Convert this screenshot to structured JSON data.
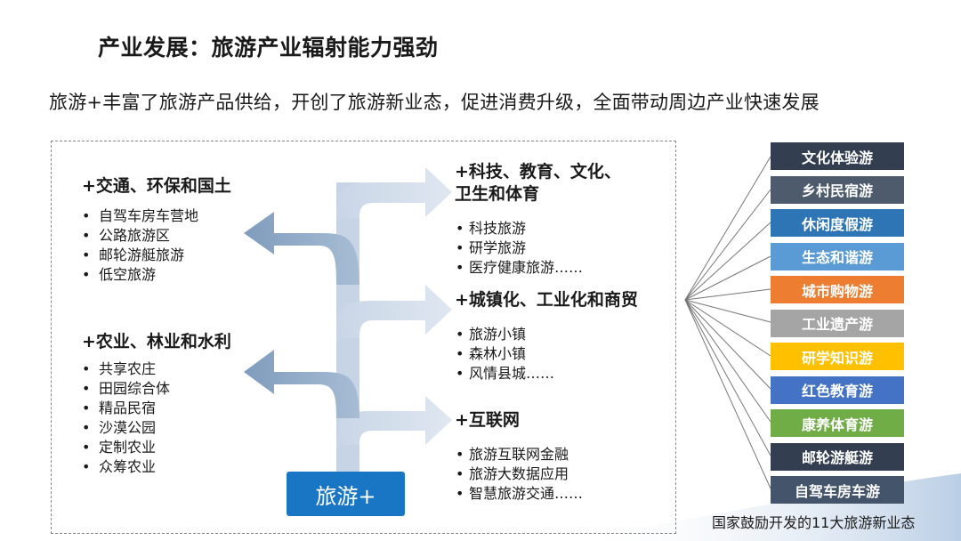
{
  "title": "产业发展：旅游产业辐射能力强劲",
  "subtitle": "旅游+丰富了旅游产品供给，开创了旅游新业态，促进消费升级，全面带动周边产业快速发展",
  "center_label": "旅游+",
  "left_groups": [
    {
      "title": "+交通、环保和国土",
      "items": [
        "自驾车房车营地",
        "公路旅游区",
        "邮轮游艇旅游",
        "低空旅游"
      ]
    },
    {
      "title": "+农业、林业和水利",
      "items": [
        "共享农庄",
        "田园综合体",
        "精品民宿",
        "沙漠公园",
        "定制农业",
        "众筹农业"
      ]
    }
  ],
  "right_groups": [
    {
      "title_line1": "+科技、教育、文化、",
      "title_line2": "卫生和体育",
      "items": [
        "科技旅游",
        "研学旅游",
        "医疗健康旅游……"
      ]
    },
    {
      "title": "+城镇化、工业化和商贸",
      "items": [
        "旅游小镇",
        "森林小镇",
        "风情县城……"
      ]
    },
    {
      "title": "+互联网",
      "items": [
        "旅游互联网金融",
        "旅游大数据应用",
        "智慧旅游交通……"
      ]
    }
  ],
  "tags": [
    {
      "label": "文化体验游",
      "color": "#333f50"
    },
    {
      "label": "乡村民宿游",
      "color": "#4e5b6d"
    },
    {
      "label": "休闲度假游",
      "color": "#2e75b6"
    },
    {
      "label": "生态和谐游",
      "color": "#5b9bd5"
    },
    {
      "label": "城市购物游",
      "color": "#ed7d31"
    },
    {
      "label": "工业遗产游",
      "color": "#a5a5a5"
    },
    {
      "label": "研学知识游",
      "color": "#ffc000"
    },
    {
      "label": "红色教育游",
      "color": "#4472c4"
    },
    {
      "label": "康养体育游",
      "color": "#70ad47"
    },
    {
      "label": "邮轮游艇游",
      "color": "#333f50"
    },
    {
      "label": "自驾车房车游",
      "color": "#44546a"
    }
  ],
  "caption": "国家鼓励开发的11大旅游新业态"
}
